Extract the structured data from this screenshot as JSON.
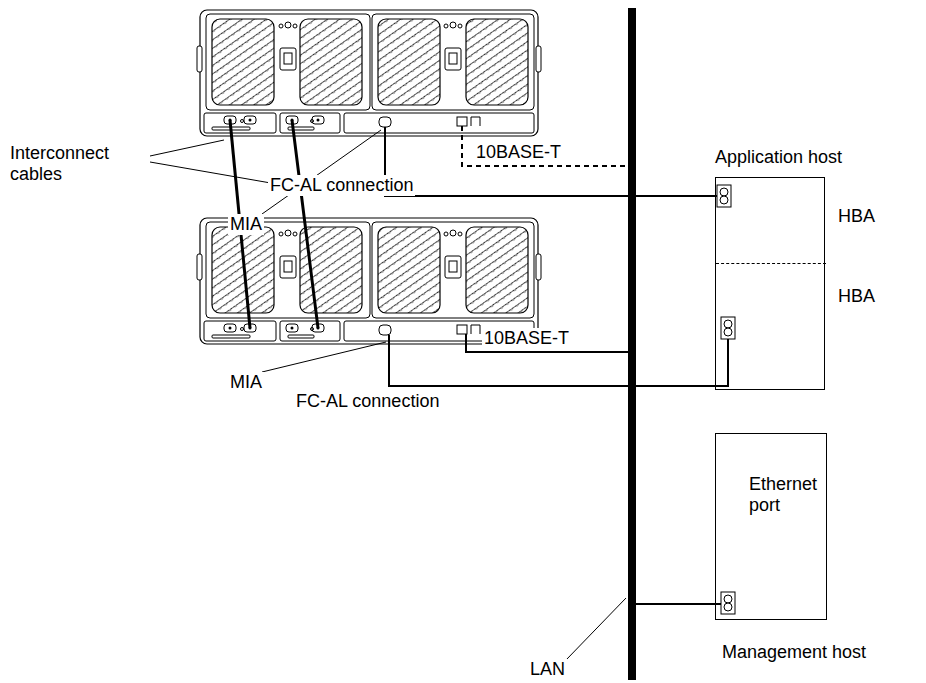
{
  "diagram": {
    "nodes": [
      {
        "text": [
          "Application host"
        ]
      },
      {
        "text": [
          "HBA"
        ],
        "in": 0
      },
      {
        "text": [
          "HBA"
        ],
        "in": 0
      },
      {
        "text": [
          "Ethernet port",
          "Management host"
        ]
      }
    ],
    "labels": [
      "Interconnect cables",
      "MIA",
      "FC-AL connection",
      "10BASE-T",
      "10BASE-T",
      "MIA",
      "FC-AL connection",
      "LAN"
    ]
  }
}
